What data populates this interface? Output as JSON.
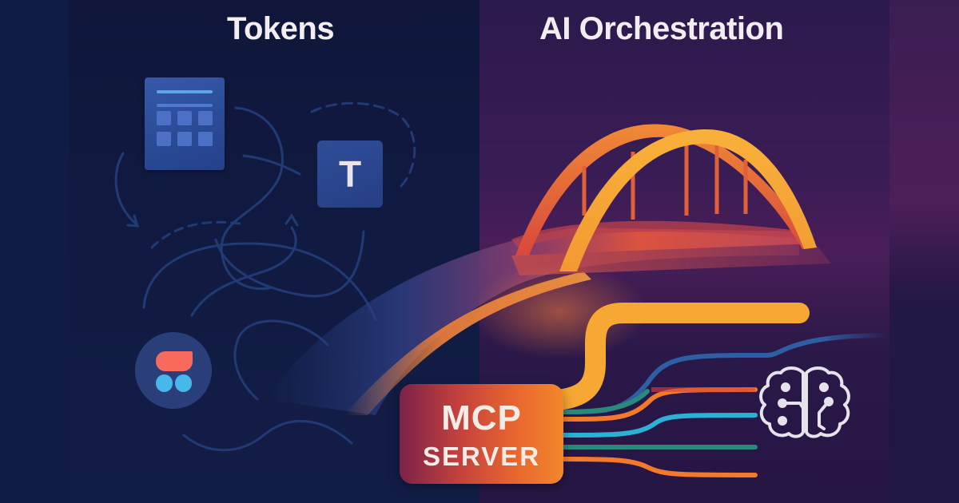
{
  "headings": {
    "left": "Tokens",
    "right": "AI Orchestration"
  },
  "token_tiles": {
    "text_tile_glyph": "T",
    "calculator_keys": 6
  },
  "mcp_badge": {
    "line1": "MCP",
    "line2": "SERVER"
  },
  "icons": [
    "calculator-icon",
    "text-token-icon",
    "figma-icon",
    "bridge-illustration",
    "brain-circuit-icon"
  ],
  "colors": {
    "left_bg": "#111a3e",
    "right_bg": "#2e1a4e",
    "scribble_lines": "#213a74",
    "bridge_orange": "#f7a733",
    "bridge_red": "#e2533a",
    "mcp_gradient_start": "#7a2249",
    "mcp_gradient_end": "#f2882c",
    "wire_teal": "#2a8a7a",
    "wire_orange": "#f27a2a",
    "wire_cyan": "#2bb0d6",
    "wire_red": "#d9423b",
    "wire_blue": "#2e5fa4",
    "figma_red": "#f86a5c",
    "figma_blue": "#45b7ea",
    "heading_text": "#f2eef0"
  }
}
